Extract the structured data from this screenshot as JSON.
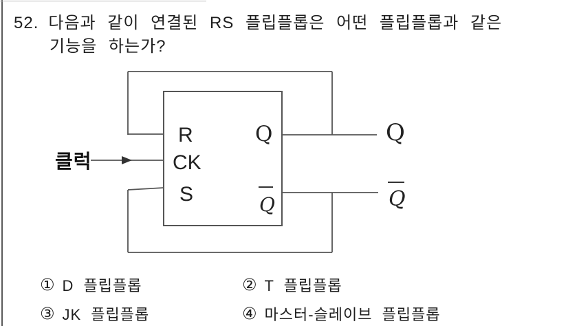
{
  "page": {
    "background": "#ffffff",
    "border_color": "#5a5a5a",
    "line_color": "#555555"
  },
  "question": {
    "number": "52.",
    "line1": "다음과 같이 연결된 RS 플립플롭은 어떤 플립플롭과 같은",
    "line2": "기능을 하는가?"
  },
  "diagram": {
    "clock_label": "클럭",
    "inputs": [
      "R",
      "CK",
      "S"
    ],
    "outputs": [
      {
        "label": "Q",
        "overbar": false
      },
      {
        "label": "Q",
        "overbar": true
      }
    ]
  },
  "options": [
    {
      "marker": "①",
      "label": "D 플립플롭"
    },
    {
      "marker": "②",
      "label": "T 플립플롭"
    },
    {
      "marker": "③",
      "label": "JK 플립플롭"
    },
    {
      "marker": "④",
      "label": "마스터-슬레이브 플립플롭"
    }
  ]
}
